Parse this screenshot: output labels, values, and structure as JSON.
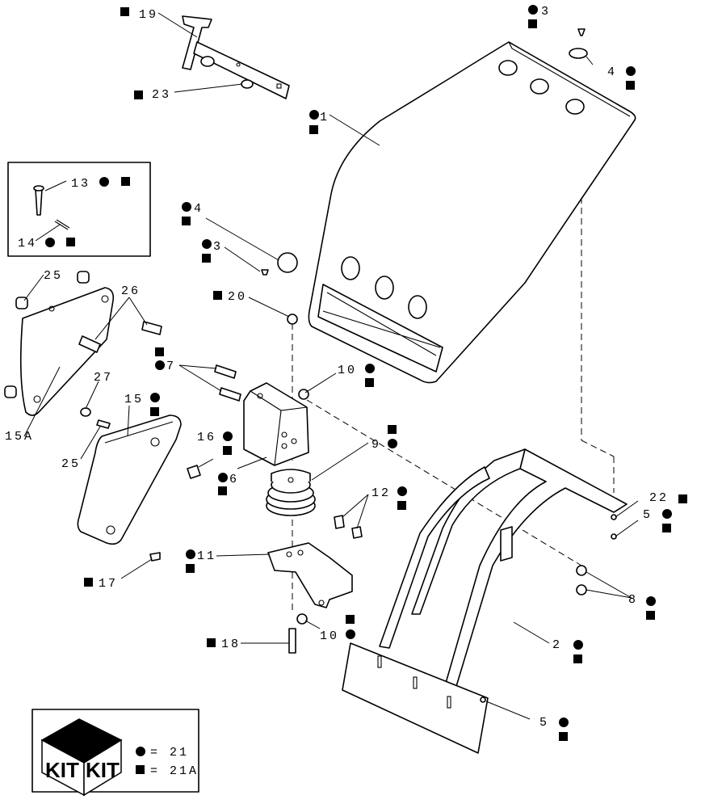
{
  "callouts": {
    "c1": "1",
    "c2": "2",
    "c3a": "3",
    "c3b": "3",
    "c4a": "4",
    "c4b": "4",
    "c5a": "5",
    "c5b": "5",
    "c6": "6",
    "c7": "7",
    "c8": "8",
    "c9": "9",
    "c10a": "10",
    "c10b": "10",
    "c11": "11",
    "c12": "12",
    "c13": "13",
    "c14": "14",
    "c15": "15",
    "c15a": "15A",
    "c16": "16",
    "c17": "17",
    "c18": "18",
    "c19": "19",
    "c20": "20",
    "c22": "22",
    "c23": "23",
    "c25a": "25",
    "c25b": "25",
    "c26": "26",
    "c27": "27"
  },
  "legend": {
    "kit_word_left": "KIT",
    "kit_word_right": "KIT",
    "circle_equals": "= 21",
    "square_equals": "= 21A"
  },
  "symbols": {
    "circle": "circle-symbol",
    "square": "square-symbol"
  }
}
